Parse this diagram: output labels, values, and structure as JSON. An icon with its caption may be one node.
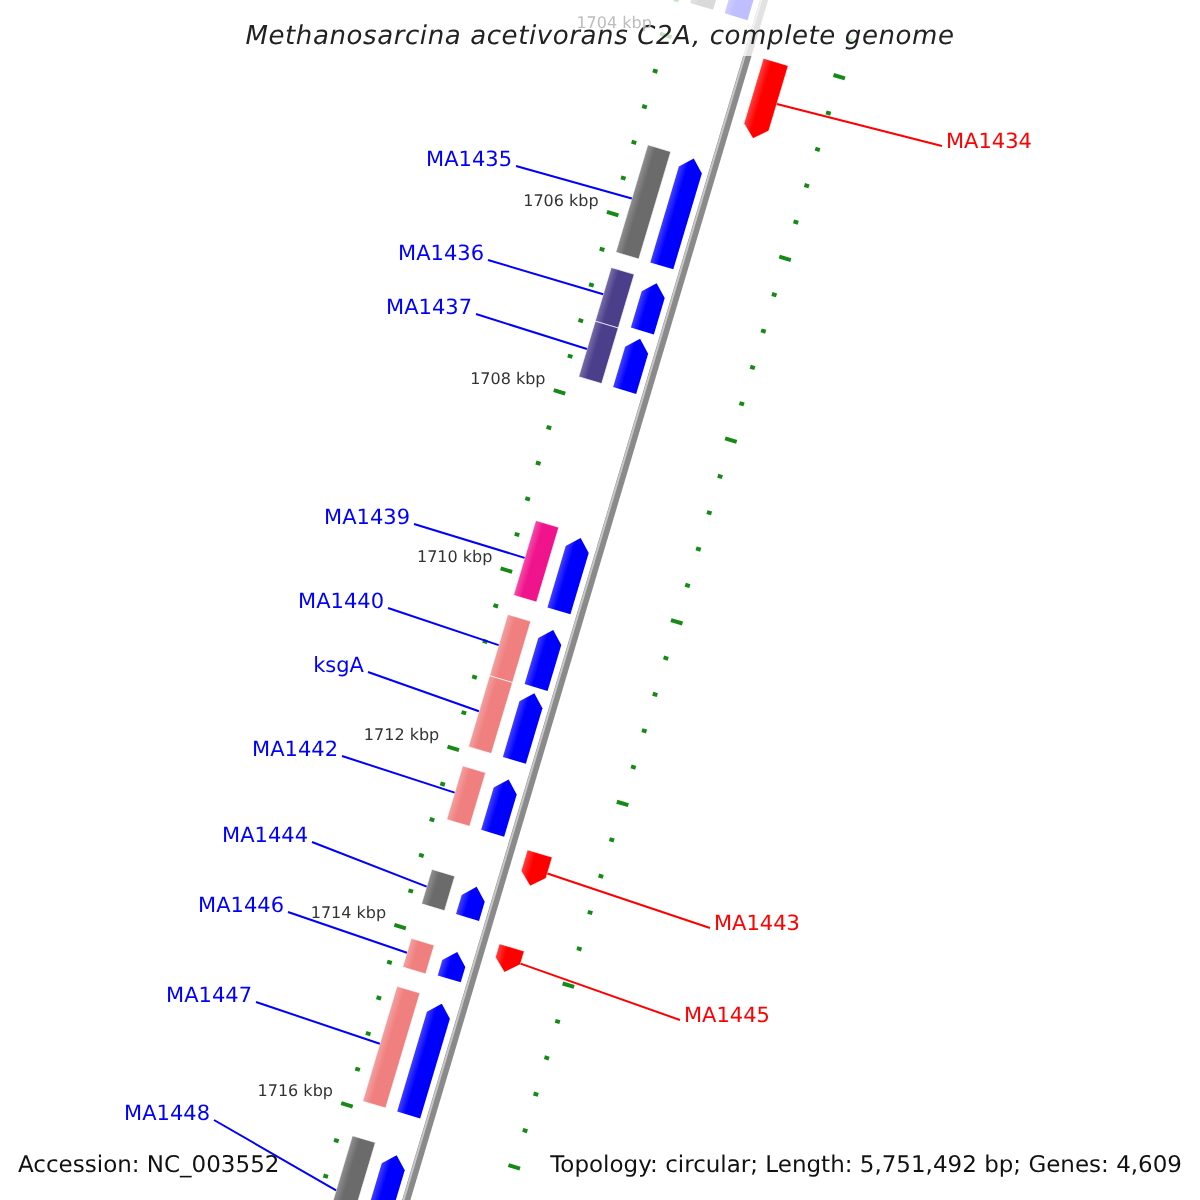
{
  "diagram": {
    "title": "Methanosarcina acetivorans C2A, complete genome",
    "nodes": [
      {
        "text": [
          "MA1434"
        ]
      },
      {
        "text": [
          "MA1435"
        ]
      },
      {
        "text": [
          "MA1436"
        ]
      },
      {
        "text": [
          "MA1437"
        ]
      },
      {
        "text": [
          "MA1439"
        ]
      },
      {
        "text": [
          "MA1440"
        ]
      },
      {
        "text": [
          "ksgA"
        ]
      },
      {
        "text": [
          "MA1442"
        ]
      },
      {
        "text": [
          "MA1444"
        ]
      },
      {
        "text": [
          "MA1446"
        ]
      },
      {
        "text": [
          "MA1443"
        ]
      },
      {
        "text": [
          "MA1447"
        ]
      },
      {
        "text": [
          "MA1445"
        ]
      },
      {
        "text": [
          "MA1448"
        ]
      },
      {
        "text": [],
        "shape": "arrow"
      },
      {
        "text": [],
        "shape": "bar"
      },
      {
        "text": [],
        "shape": "bar"
      },
      {
        "text": [],
        "shape": "bar"
      },
      {
        "text": [],
        "shape": "bar"
      },
      {
        "text": [],
        "shape": "bar"
      },
      {
        "text": [],
        "shape": "bar"
      },
      {
        "text": [],
        "shape": "bar"
      },
      {
        "text": [],
        "shape": "arrow"
      },
      {
        "text": [],
        "shape": "bar"
      },
      {
        "text": [],
        "shape": "arrow"
      },
      {
        "text": [],
        "shape": "bar"
      },
      {
        "text": [],
        "shape": "bar"
      },
      {
        "text": [],
        "shape": "bar"
      }
    ],
    "edges": [
      {
        "from": 0,
        "to": 14,
        "arrow": "none",
        "color": "#ff0000"
      },
      {
        "from": 1,
        "to": 15,
        "arrow": "none"
      },
      {
        "from": 2,
        "to": 16,
        "arrow": "none"
      },
      {
        "from": 3,
        "to": 17,
        "arrow": "none"
      },
      {
        "from": 4,
        "to": 18,
        "arrow": "none"
      },
      {
        "from": 5,
        "to": 19,
        "arrow": "none"
      },
      {
        "from": 6,
        "to": 20,
        "arrow": "none"
      },
      {
        "from": 7,
        "to": 21,
        "arrow": "none"
      },
      {
        "from": 8,
        "to": 23,
        "arrow": "none"
      },
      {
        "from": 9,
        "to": 25,
        "arrow": "none"
      },
      {
        "from": 10,
        "to": 22,
        "arrow": "none",
        "color": "#ff0000"
      },
      {
        "from": 11,
        "to": 26,
        "arrow": "none"
      },
      {
        "from": 12,
        "to": 24,
        "arrow": "none",
        "color": "#ff0000"
      },
      {
        "from": 13,
        "to": 27,
        "arrow": "none"
      }
    ],
    "labels": [
      "1704 kbp",
      "1706 kbp",
      "1708 kbp",
      "1710 kbp",
      "1712 kbp",
      "1714 kbp",
      "1716 kbp",
      "Accession: NC_003552",
      "Topology: circular; Length: 5,751,492 bp; Genes: 4,609"
    ]
  }
}
